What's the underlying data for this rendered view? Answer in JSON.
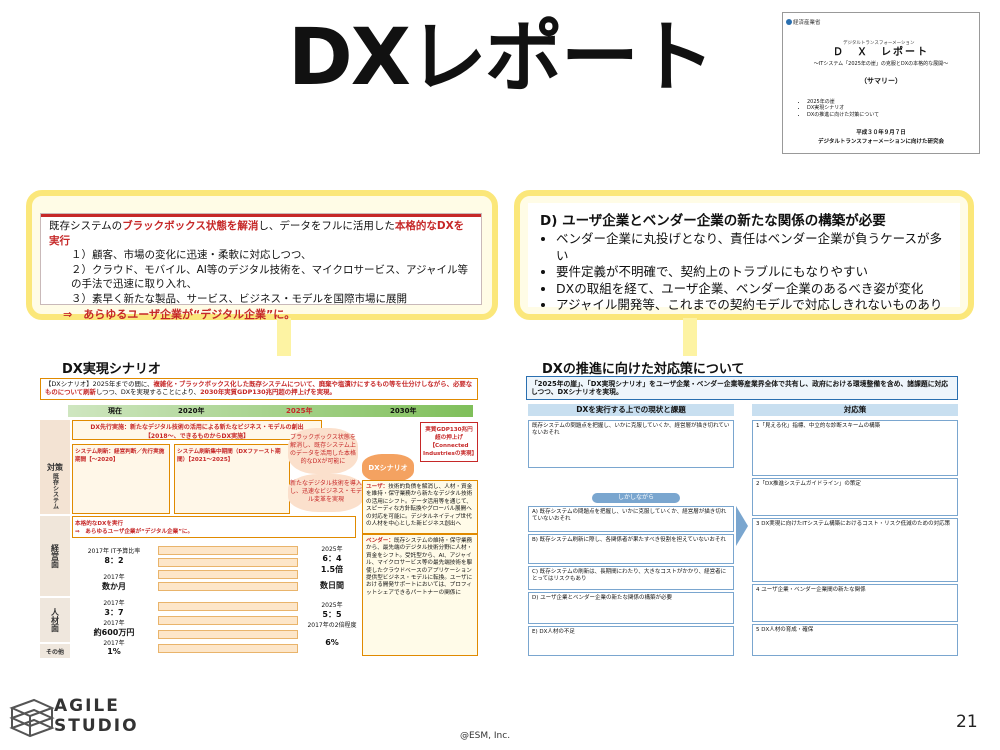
{
  "title": "DXレポート",
  "cover": {
    "ministry": "経済産業省",
    "kicker": "デジタルトランスフォーメーション",
    "title": "Ｄ　Ｘ　レポート",
    "subtitle": "～ITシステム「2025年の崖」の克服とDXの本格的な展開～",
    "summary": "（サマリー）",
    "items": [
      "2025年の崖",
      "DX実現シナリオ",
      "DXの推進に向けた対策について"
    ],
    "date": "平成３０年９月７日",
    "org": "デジタルトランスフォーメーションに向けた研究会"
  },
  "left_callout": {
    "lead_pre": "既存システムの",
    "lead_red1": "ブラックボックス状態を解消",
    "lead_mid": "し、データをフルに活用した",
    "lead_red2": "本格的なDXを実行",
    "items": [
      "１）顧客、市場の変化に迅速・柔軟に対応しつつ、",
      "２）クラウド、モバイル、AI等のデジタル技術を、マイクロサービス、アジャイル等の手法で迅速に取り入れ、",
      "３）素早く新たな製品、サービス、ビジネス・モデルを国際市場に展開"
    ],
    "conclusion": "⇒　あらゆるユーザ企業が“デジタル企業”に。"
  },
  "right_callout": {
    "heading": "D) ユーザ企業とベンダー企業の新たな関係の構築が必要",
    "bullets": [
      "ベンダー企業に丸投げとなり、責任はベンダー企業が負うケースが多い",
      "要件定義が不明確で、契約上のトラブルにもなりやすい",
      "DXの取組を経て、ユーザ企業、ベンダー企業のあるべき姿が変化",
      "アジャイル開発等、これまでの契約モデルで対応しきれないものあり"
    ]
  },
  "left_slide": {
    "title": "DX実現シナリオ",
    "banner_pre": "【DXシナリオ】2025年までの間に、",
    "banner_red": "複雑化・ブラックボックス化した既存システムについて、廃棄や塩漬けにするもの等を仕分けしながら、必要なものについて刷新",
    "banner_mid": "しつつ、DXを実現することにより、",
    "banner_red2": "2030年実質GDP130兆円超の押上げを実現。",
    "timeline": [
      "現在",
      "2020年",
      "2025年",
      "2030年"
    ],
    "row_labels": [
      "対策",
      "既存システム",
      "経営面",
      "人材面",
      "その他"
    ],
    "first_box_title": "DX先行実施：新たなデジタル技術の活用による新たなビジネス・モデルの創出",
    "first_box_sub": "【2018～、できるものからDX実施】",
    "sys_box1": "システム刷新：経営判断／先行実施期間【～2020】",
    "sys_box2": "システム刷新集中期間（DXファースト期間）【2021～2025】",
    "cloud1": "ブラックボックス状態を解消し、既存システム上のデータを活用した本格的なDXが可能に",
    "cloud2": "新たなデジタル技術を導入し、迅速なビジネス・モデル変革を実現",
    "dx_scenario": "DXシナリオ",
    "gdp": "実質GDP130兆円超の押上げ【Connected Industriesの実現】",
    "user_label": "ユーザ：",
    "user_text": "技術的負債を解消し、人材・資金を維持・保守業務から新たなデジタル技術の活用にシフト。データ活用等を通じて、スピーディな方針転換やグローバル展開への対応を可能に。デジタルネイティブ世代の人材を中心とした新ビジネス創出へ",
    "vendor_label": "ベンダー：",
    "vendor_text": "既存システムの維持・保守業務から、最先端のデジタル技術分野に人材・資金をシフト。受託型から、AI、アジャイル、マイクロサービス等の最先端技術を駆使したクラウドベースのアプリケーション提供型ビジネス・モデルに転換。ユーザにおける開発サポートにおいては、プロフィットシェアできるパートナーの関係に",
    "metrics": [
      {
        "label": "2017年 IT予算比率",
        "value": "8：2"
      },
      {
        "label": "2017年",
        "value": "数か月"
      },
      {
        "label": "2017年",
        "value": "3：7"
      },
      {
        "label": "2017年",
        "value": "約600万円"
      },
      {
        "label": "2017年",
        "value": "1%"
      }
    ],
    "targets": [
      {
        "label": "2025年",
        "value": "6：4"
      },
      {
        "label": "",
        "value": "1.5倍"
      },
      {
        "label": "",
        "value": "数日間"
      },
      {
        "label": "2025年",
        "value": "5：5"
      },
      {
        "label": "2017年の2倍程度",
        "value": ""
      },
      {
        "label": "",
        "value": "6%"
      }
    ]
  },
  "right_slide": {
    "title": "DXの推進に向けた対応策について",
    "banner": "「2025年の崖」、「DX実現シナリオ」をユーザ企業・ベンダー企業等産業界全体で共有し、政府における環境整備を含め、諸課題に対応しつつ、DXシナリオを実現。",
    "col1": "DXを実行する上での現状と課題",
    "col2": "対応策",
    "pill": "しかしながら",
    "left_panels": [
      "既存システムの問題点を把握し、いかに克服していくか、経営層が描き切れていないおそれ",
      "A) 既存システムの問題点を把握し、いかに克服していくか、経営層が描き切れていないおそれ",
      "B) 既存システム刷新に際し、各関係者が果たすべき役割を担えていないおそれ",
      "C) 既存システムの刷新は、長期間にわたり、大きなコストがかかり、経営者にとってはリスクもあり",
      "D) ユーザ企業とベンダー企業の新たな関係の構築が必要",
      "E) DX人材の不足"
    ],
    "right_panels": [
      "1「見える化」指標、中立的な診断スキームの構築",
      "2「DX推進システムガイドライン」の策定",
      "3 DX実現に向けたITシステム構築におけるコスト・リスク低減のための対応策",
      "4 ユーザ企業・ベンダー企業間の新たな関係",
      "5 DX人材の育成・確保"
    ]
  },
  "footer": {
    "logo_line1": "AGILE",
    "logo_line2": "STUDIO",
    "copyright": "@ESM, Inc.",
    "page": "21"
  },
  "colors": {
    "accent_red": "#c62828",
    "callout_yellow": "#fbe77a",
    "callout_bg": "#fffce6",
    "slide_orange": "#e08a00",
    "slide_blue": "#2a6fb0"
  }
}
